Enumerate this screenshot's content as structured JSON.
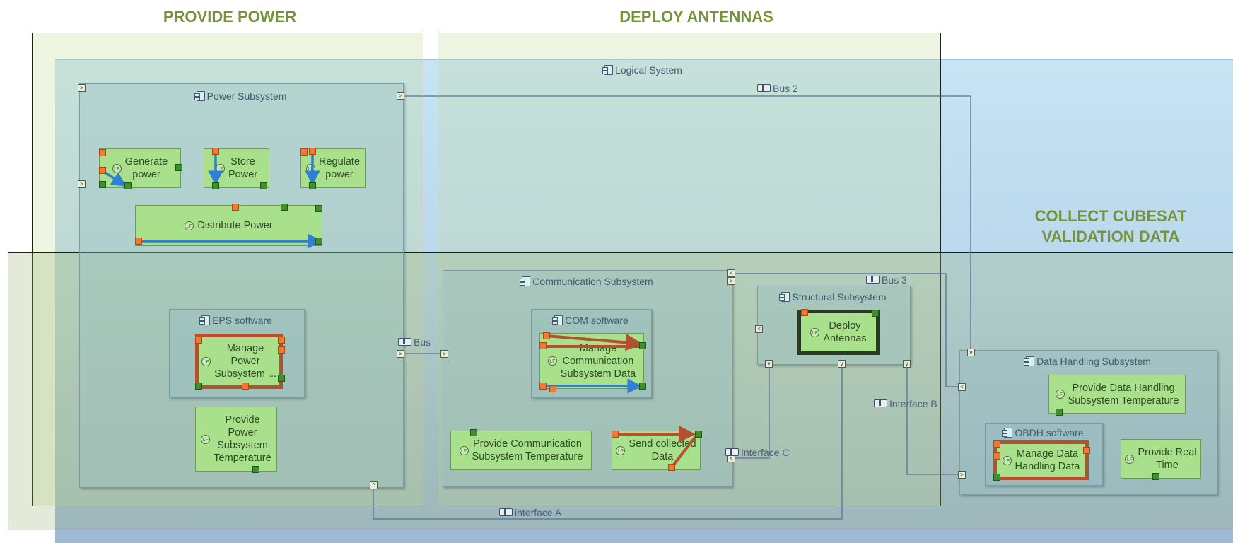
{
  "regions": {
    "provide_power": "PROVIDE POWER",
    "deploy_antennas": "DEPLOY ANTENNAS",
    "collect_cubesat": "COLLECT CUBESAT\nVALIDATION DATA"
  },
  "components": {
    "logical_system": "Logical System",
    "power_subsystem": "Power Subsystem",
    "eps_software": "EPS software",
    "communication_subsystem": "Communication Subsystem",
    "com_software": "COM software",
    "structural_subsystem": "Structural Subsystem",
    "data_handling_subsystem": "Data Handling Subsystem",
    "obdh_software": "OBDH software"
  },
  "functions": {
    "generate_power": "Generate\npower",
    "store_power": "Store\nPower",
    "regulate_power": "Regulate\npower",
    "distribute_power": "Distribute Power",
    "manage_power": "Manage\nPower\nSubsystem ...",
    "provide_power_temp": "Provide\nPower\nSubsystem\nTemperature",
    "manage_comm": "Manage\nCommunication\nSubsystem Data",
    "provide_comm_temp": "Provide Communication\nSubsystem Temperature",
    "send_collected": "Send collected\nData",
    "deploy_antennas": "Deploy\nAntennas",
    "provide_data_temp": "Provide Data Handling\nSubsystem Temperature",
    "manage_data": "Manage Data\nHandling Data",
    "provide_real_time": "Provide Real\nTime"
  },
  "function_icon": "LF",
  "interfaces": {
    "bus": "Bus",
    "bus2": "Bus 2",
    "bus3": "Bus 3",
    "interface_a": "interface A",
    "interface_b": "Interface B",
    "interface_c": "Interface C"
  },
  "colors": {
    "region_title": "#76923c",
    "function_fill": "#a9e08b",
    "selected_border": "#b4502f",
    "flow_blue": "#2f7fd6",
    "flow_red": "#b4502f",
    "connector": "#5a6f96"
  }
}
